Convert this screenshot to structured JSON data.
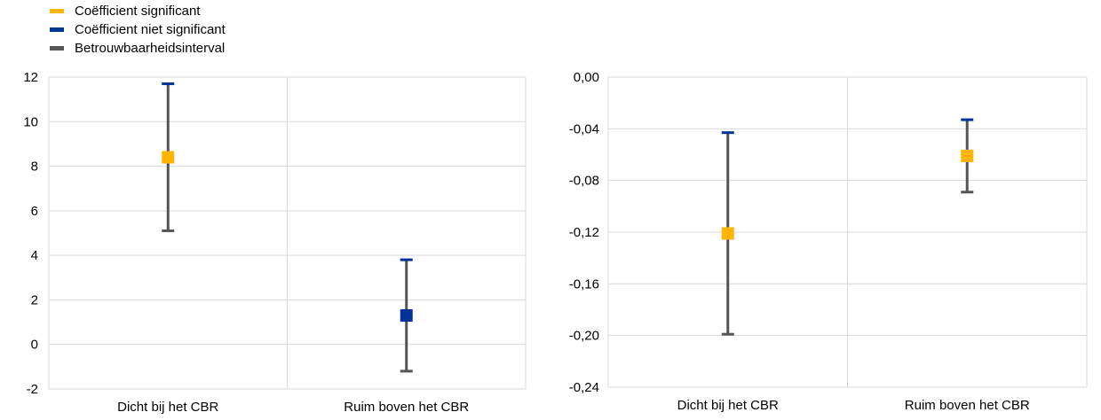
{
  "legend": [
    {
      "label": "Coëfficient significant",
      "color": "#FFB400"
    },
    {
      "label": "Coëfficient niet significant",
      "color": "#003299"
    },
    {
      "label": "Betrouwbaarheidsinterval",
      "color": "#555555"
    }
  ],
  "colors": {
    "significant": "#FFB400",
    "not_significant": "#003299",
    "interval": "#555555",
    "cap": "#003299",
    "grid": "#d9d9d9"
  },
  "chart_data": [
    {
      "type": "scatter",
      "categories": [
        "Dicht bij het CBR",
        "Ruim boven het CBR"
      ],
      "ylim": [
        -2,
        12
      ],
      "yticks": [
        12,
        10,
        8,
        6,
        4,
        2,
        0,
        -2
      ],
      "ytick_labels": [
        "12",
        "10",
        "8",
        "6",
        "4",
        "2",
        "0",
        "-2"
      ],
      "series": [
        {
          "values": [
            8.4,
            1.3
          ],
          "lower": [
            5.1,
            -1.2
          ],
          "upper": [
            11.7,
            3.8
          ],
          "significant": [
            true,
            false
          ]
        }
      ]
    },
    {
      "type": "scatter",
      "categories": [
        "Dicht bij het CBR",
        "Ruim boven het CBR"
      ],
      "ylim": [
        -0.24,
        0
      ],
      "yticks": [
        0,
        -0.04,
        -0.08,
        -0.12,
        -0.16,
        -0.2,
        -0.24
      ],
      "ytick_labels": [
        "0,00",
        "-0,04",
        "-0,08",
        "-0,12",
        "-0,16",
        "-0,20",
        "-0,24"
      ],
      "series": [
        {
          "values": [
            -0.121,
            -0.061
          ],
          "lower": [
            -0.199,
            -0.089
          ],
          "upper": [
            -0.043,
            -0.033
          ],
          "significant": [
            true,
            true
          ]
        }
      ]
    }
  ]
}
